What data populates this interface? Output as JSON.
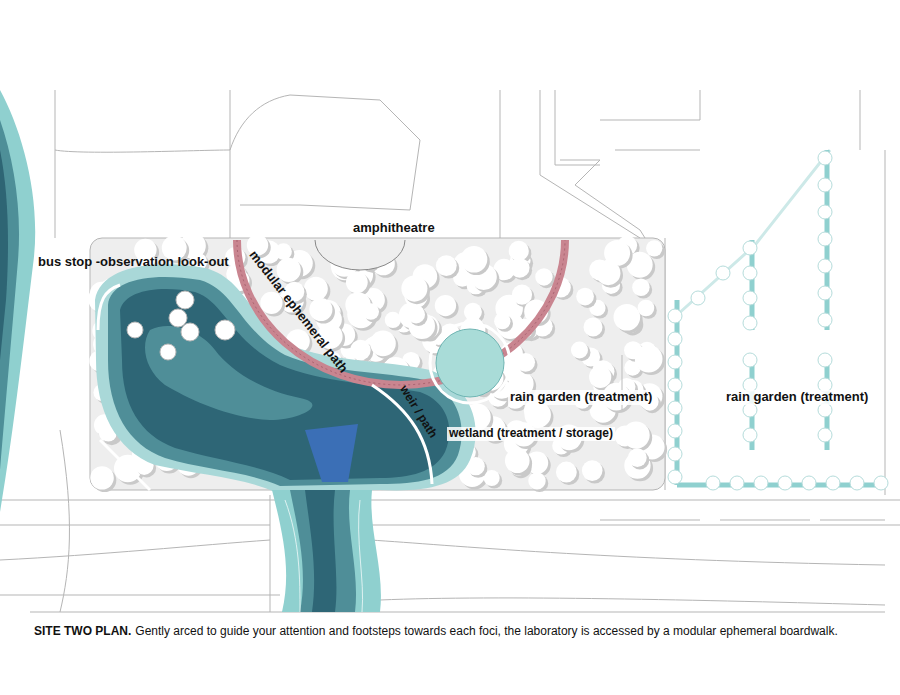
{
  "diagram": {
    "title": "SITE TWO PLAN.",
    "caption": "Gently arced to guide your attention and footsteps towards each foci, the laboratory is accessed by a modular ephemeral boardwalk.",
    "labels": [
      "bus stop -observation look-out",
      "amphitheatre",
      "modular ephemeral path",
      "rain garden (treatment)",
      "weir / path",
      "wetland (treatment / storage)",
      "rain garden (treatment)"
    ]
  }
}
